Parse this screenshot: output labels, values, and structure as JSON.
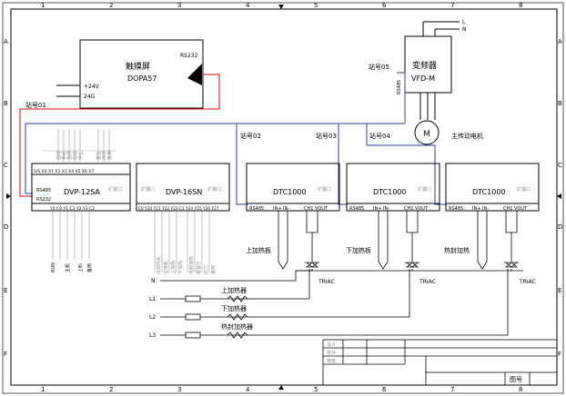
{
  "frame": {
    "cols": [
      "1",
      "2",
      "3",
      "4",
      "5",
      "6",
      "7",
      "8"
    ],
    "rows": [
      "A",
      "B",
      "C",
      "D",
      "E",
      "F"
    ]
  },
  "touch_screen": {
    "title": "触摸屏",
    "model": "DOPA57",
    "port": "RS232",
    "v24": "+24V",
    "v0": "24G"
  },
  "vfd": {
    "title": "变频器",
    "model": "VFD-M",
    "port": "RS485",
    "L": "L",
    "N": "N",
    "station": "站号05"
  },
  "motor": {
    "symbol": "M",
    "label": "主传动电机"
  },
  "stations": {
    "s01": "站号01",
    "s02": "站号02",
    "s03": "站号03",
    "s04": "站号04"
  },
  "plc": {
    "title": "DVP-12SA",
    "rs485": "RS485",
    "rs232": "RS232",
    "top_pins": "S/S X0 X1 X2 X3 X4 X5 X6 X7",
    "bottom_pins": "Y0 C0 Y1 C1 Y2 Y3 C2",
    "inputs": [
      "自动",
      "手动",
      "急停",
      "启动",
      "停止",
      "复位",
      "点动",
      "备用"
    ],
    "outputs": [
      "RUN",
      "",
      "主机",
      "上料",
      "备用"
    ],
    "ext": "扩展口"
  },
  "ext_module": {
    "title": "DVP-16SN",
    "pins": "C0 Y20 Y21 Y22 Y23 C1 Y24 Y25 Y26 Y27",
    "outputs": [
      "冷却风机",
      "主电机",
      "上加热",
      "下加热",
      "热封加热",
      "报警灯",
      "切刀",
      "备用"
    ],
    "ext_left": "扩展口",
    "ext_right": "扩展口"
  },
  "temp_controllers": [
    {
      "title": "DTC1000",
      "rs485": "RS485",
      "p1": "IN+ IN-",
      "p2": "CH1 VOUT",
      "ext": "扩展口",
      "sensor": "上加热板",
      "triac": "TRIAC"
    },
    {
      "title": "DTC1000",
      "rs485": "RS485",
      "p1": "IN+ IN-",
      "p2": "CH1 VOUT",
      "ext": "扩展口",
      "sensor": "下加热板",
      "triac": "TRIAC"
    },
    {
      "title": "DTC1000",
      "rs485": "RS485",
      "p1": "IN+ IN-",
      "p2": "CH1 VOUT",
      "ext": "扩展口",
      "sensor": "热封加热",
      "triac": "TRIAC"
    }
  ],
  "power": {
    "N": "N",
    "L1": "L1",
    "L2": "L2",
    "L3": "L3",
    "h1": "上加热器",
    "h2": "下加热器",
    "h3": "热封加热器"
  },
  "title_block": {
    "r1": "设计",
    "r2": "校对",
    "r3": "审核",
    "drawing_no": "图号"
  }
}
